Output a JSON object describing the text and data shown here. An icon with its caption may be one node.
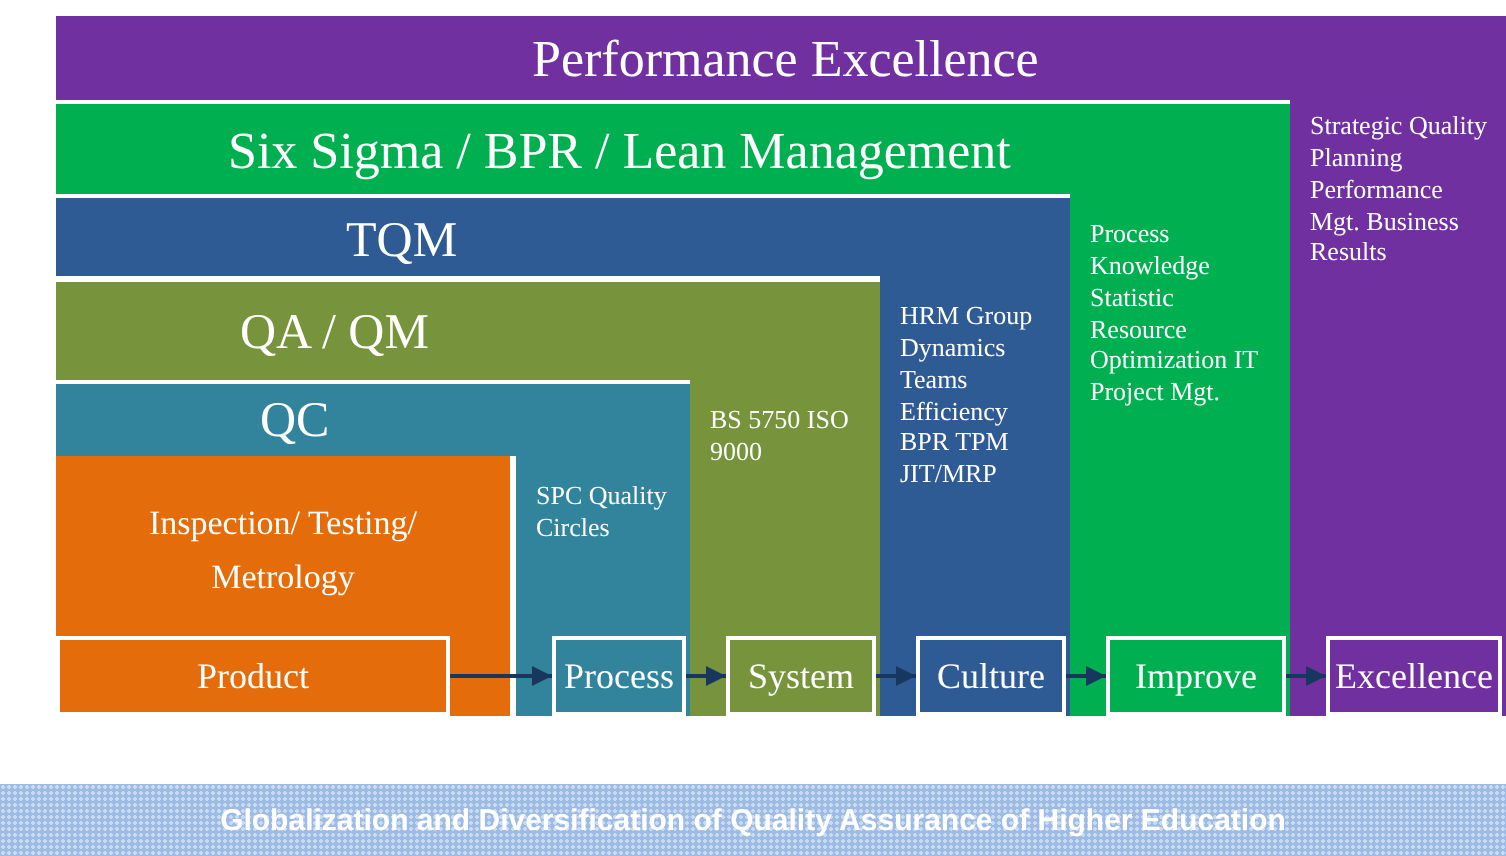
{
  "diagram": {
    "caption": "Globalization and Diversification of Quality Assurance of Higher Education",
    "nodes": [
      {
        "text": [
          "Performance Excellence",
          "Strategic Quality Planning Performance Mgt. Business Results"
        ]
      },
      {
        "text": [
          "Six Sigma / BPR / Lean Management",
          "Process Knowledge Statistic Resource Optimization IT Project Mgt."
        ]
      },
      {
        "text": [
          "TQM",
          "HRM Group Dynamics Teams Efficiency BPR TPM JIT/MRP"
        ]
      },
      {
        "text": [
          "QA / QM",
          "BS 5750 ISO 9000"
        ]
      },
      {
        "text": [
          "QC",
          "SPC Quality Circles"
        ]
      },
      {
        "text": [
          "Inspection/ Testing/ Metrology"
        ]
      },
      {
        "text": [
          "Product"
        ],
        "in": 5
      },
      {
        "text": [
          "Process"
        ],
        "in": 4
      },
      {
        "text": [
          "System"
        ],
        "in": 3
      },
      {
        "text": [
          "Culture"
        ],
        "in": 2
      },
      {
        "text": [
          "Improve"
        ],
        "in": 1
      },
      {
        "text": [
          "Excellence"
        ],
        "in": 0
      }
    ],
    "edges": [
      {
        "from": 6,
        "to": 7,
        "arrow": "to"
      },
      {
        "from": 7,
        "to": 8,
        "arrow": "to"
      },
      {
        "from": 8,
        "to": 9,
        "arrow": "to"
      },
      {
        "from": 9,
        "to": 10,
        "arrow": "to"
      },
      {
        "from": 10,
        "to": 11,
        "arrow": "to"
      }
    ]
  }
}
